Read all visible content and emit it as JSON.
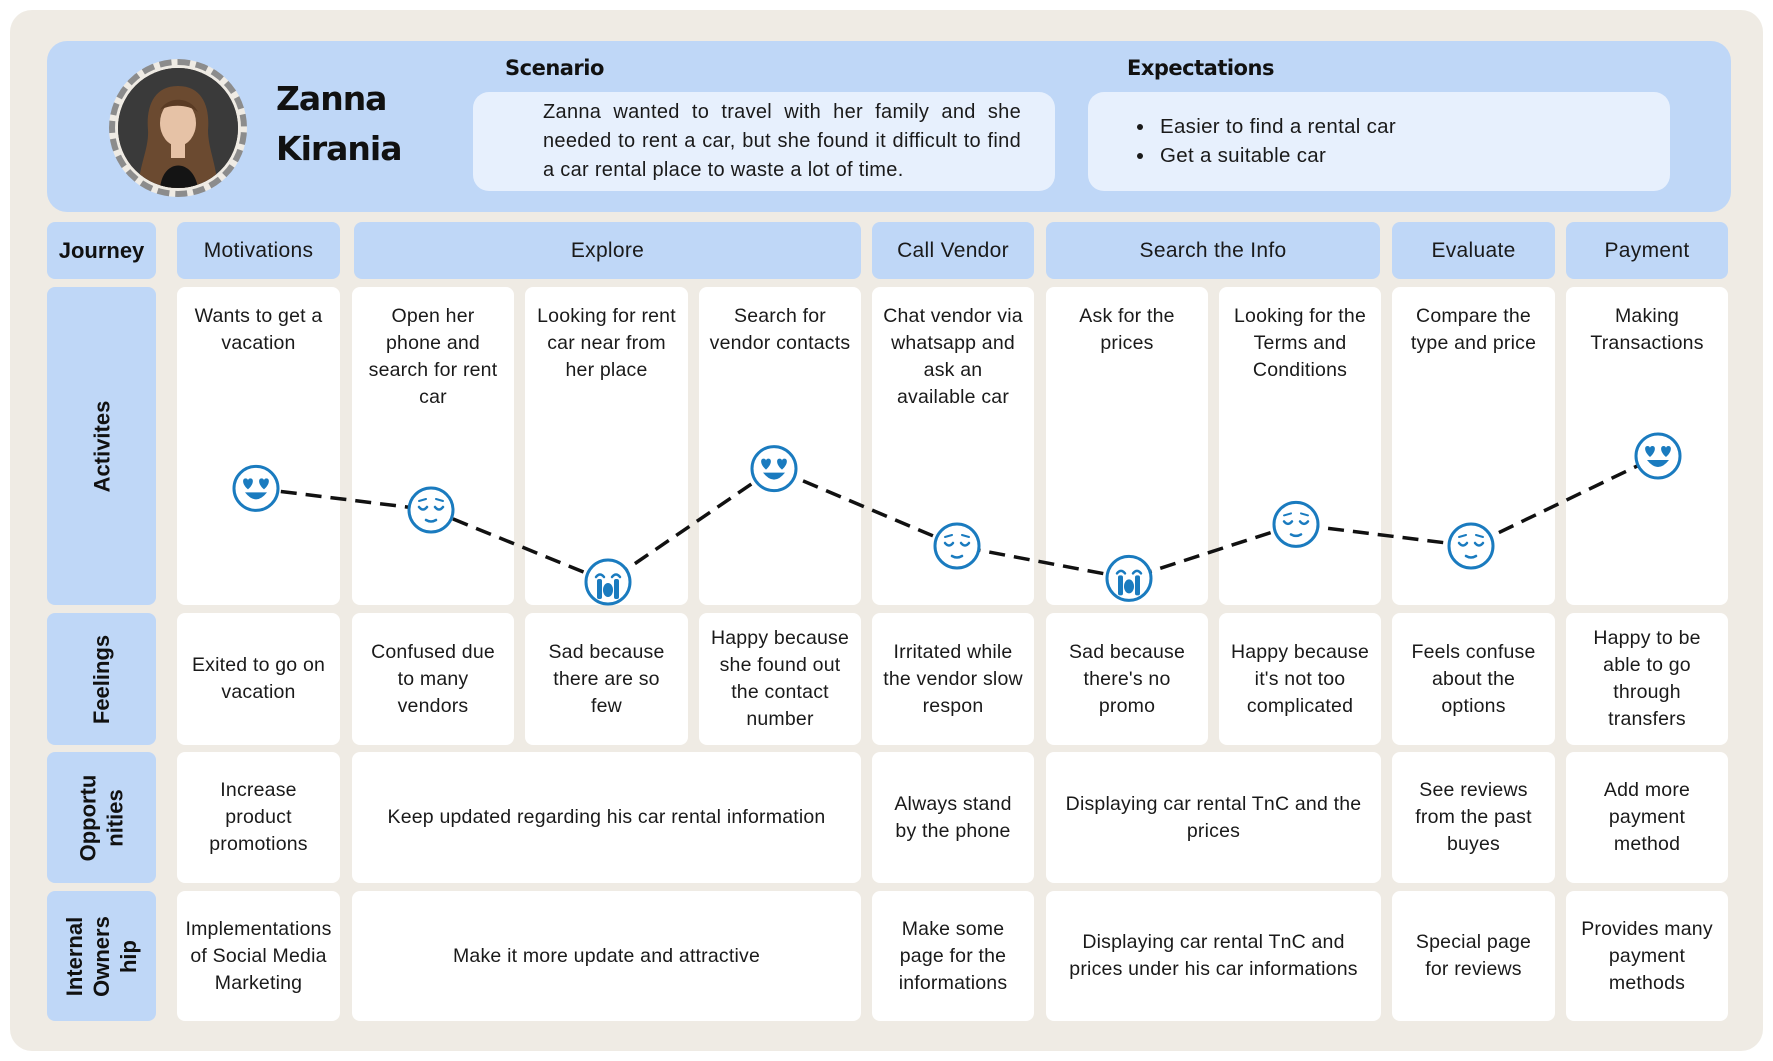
{
  "persona": {
    "name_line1": "Zanna",
    "name_line2": "Kirania"
  },
  "scenario": {
    "title": "Scenario",
    "text": "Zanna wanted to travel with her family and she needed to rent a car, but she found it difficult to find a car rental place to waste a lot of time."
  },
  "expectations": {
    "title": "Expectations",
    "items": [
      "Easier to find a rental car",
      "Get a suitable car"
    ]
  },
  "row_labels": {
    "journey": "Journey",
    "activities": "Activites",
    "feelings": "Feelings",
    "opportunities_l1": "Opportu",
    "opportunities_l2": "nities",
    "ownership_l1": "Internal",
    "ownership_l2": "Owners",
    "ownership_l3": "hip"
  },
  "stages": [
    "Motivations",
    "Explore",
    "Call Vendor",
    "Search the Info",
    "Evaluate",
    "Payment"
  ],
  "activities": [
    "Wants to get a vacation",
    "Open her phone and search for rent car",
    "Looking for rent car near from her place",
    "Search for vendor contacts",
    "Chat vendor via whatsapp and ask an available car",
    "Ask for the prices",
    "Looking for the Terms and Conditions",
    "Compare the type and price",
    "Making Transactions"
  ],
  "emotions": [
    {
      "face": "love-face-icon",
      "level": 0.62
    },
    {
      "face": "calm-face-icon",
      "level": 0.5
    },
    {
      "face": "crying-face-icon",
      "level": 0.1
    },
    {
      "face": "love-face-icon",
      "level": 0.73
    },
    {
      "face": "calm-face-icon",
      "level": 0.3
    },
    {
      "face": "crying-face-icon",
      "level": 0.12
    },
    {
      "face": "calm-face-icon",
      "level": 0.42
    },
    {
      "face": "calm-face-icon",
      "level": 0.3
    },
    {
      "face": "love-face-icon",
      "level": 0.8
    }
  ],
  "feelings": [
    "Exited to go on vacation",
    "Confused due to many vendors",
    "Sad because there are so few",
    "Happy because she found out the contact number",
    "Irritated while the vendor slow respon",
    "Sad because there's no promo",
    "Happy because it's not too complicated",
    "Feels confuse about the options",
    "Happy to be able to go through transfers"
  ],
  "opportunities": [
    "Increase product promotions",
    "Keep updated regarding his car rental information",
    "Always stand by the phone",
    "Displaying car rental TnC and the prices",
    "See reviews from the past buyes",
    "Add more payment method"
  ],
  "ownership": [
    "Implementations of Social Media Marketing",
    "Make it more update and attractive",
    "Make some page for the informations",
    "Displaying car rental TnC and prices under his car informations",
    "Special page for reviews",
    "Provides many payment methods"
  ],
  "colors": {
    "header": "#bfd7f7",
    "frame": "#efebe4",
    "face": "#1a7bbf",
    "line": "#111111"
  }
}
